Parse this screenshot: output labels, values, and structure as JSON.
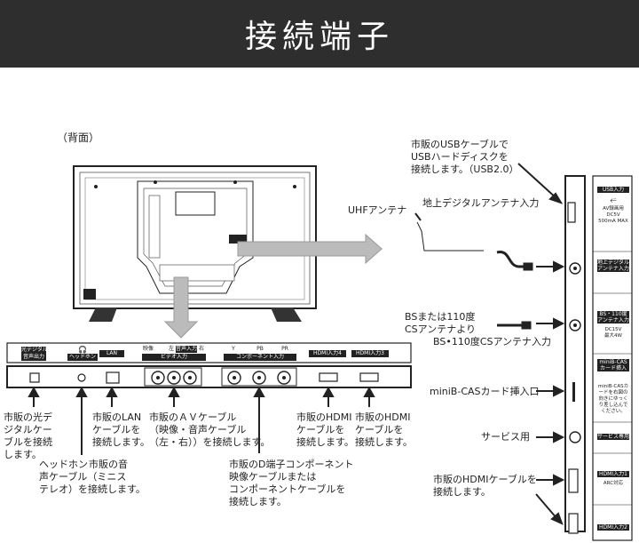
{
  "title": "接続端子",
  "rear_label": "（背面）",
  "right_panel": {
    "usb_note": [
      "市販のUSBケーブルで",
      "USBハードディスクを",
      "接続します。（USB2.0）"
    ],
    "uhf_label": "UHFアンテナ",
    "terrestrial_label": "地上デジタルアンテナ入力",
    "bs_note": [
      "BSまたは110度",
      "CSアンテナより"
    ],
    "bs_input_label": "BS•110度CSアンテナ入力",
    "cas_label": "miniB-CASカード挿入口",
    "service_label": "サービス用",
    "hdmi_note": [
      "市販のHDMIケーブルを",
      "接続します。"
    ]
  },
  "side_panel": {
    "usb_title": "USB入力",
    "usb_spec": [
      "AV録画用",
      "DC5V",
      "500mA MAX"
    ],
    "terrestrial": [
      "地上デジタル",
      "アンテナ入力"
    ],
    "bs_title": [
      "BS・110度CS",
      "アンテナ入力"
    ],
    "bs_spec": [
      "DC15V",
      "最大4W"
    ],
    "cas_title": [
      "miniB-CAS",
      "カード挿入"
    ],
    "cas_spec": [
      "miniB-CASカ",
      "ードを右図の",
      "向きにゆっく",
      "り差し込んで",
      "ください。"
    ],
    "service": "サービス専用",
    "hdmi1": "HDMI入力1",
    "hdmi1_sub": "ARC対応",
    "hdmi2": "HDMI入力2"
  },
  "bottom_panel": {
    "optical": [
      "光デジタル",
      "音声出力"
    ],
    "headphone": "ヘッドホン",
    "lan": "LAN",
    "video": "映像",
    "left": "左",
    "audio_in": "音声入力",
    "right": "右",
    "video_in": "ビデオ入力",
    "y": "Y",
    "pb": "PB",
    "pr": "PR",
    "component_in": "コンポーネント入力",
    "hdmi4": "HDMI入力4",
    "hdmi3": "HDMI入力3"
  },
  "notes": {
    "optical": [
      "市販の光デ",
      "ジタルケー",
      "ブルを接続",
      "します。"
    ],
    "headphone": [
      "ヘッドホン",
      "声ケーブル（ミニス",
      "テレオ）を接続します。"
    ],
    "headphone_cont": [
      "市販の音"
    ],
    "lan": [
      "市販のLAN",
      "ケーブルを",
      "接続します。"
    ],
    "av": [
      "市販のＡＶケーブル",
      "（映像・音声ケーブル",
      "（左・右））を接続します。"
    ],
    "component": [
      "市販のD端子コンポーネント",
      "映像ケーブルまたは",
      "コンポーネントケーブルを",
      "接続します。"
    ],
    "hdmi4": [
      "市販のHDMI",
      "ケーブルを",
      "接続します。"
    ],
    "hdmi3": [
      "市販のHDMI",
      "ケーブルを",
      "接続します。"
    ]
  }
}
